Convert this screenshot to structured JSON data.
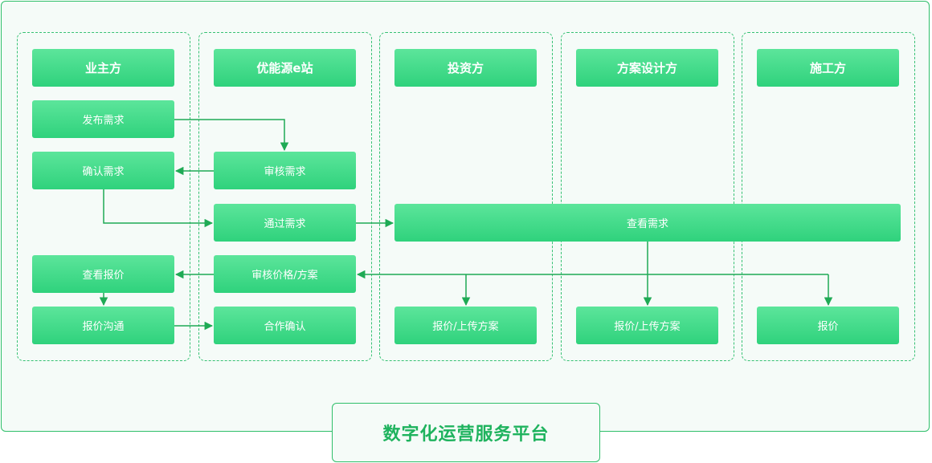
{
  "lanes": {
    "owner": {
      "title": "业主方",
      "steps": [
        "发布需求",
        "确认需求",
        "查看报价",
        "报价沟通"
      ]
    },
    "platform_site": {
      "title": "优能源e站",
      "steps": [
        "审核需求",
        "通过需求",
        "审核价格/方案",
        "合作确认"
      ]
    },
    "investor": {
      "title": "投资方",
      "steps": [
        "报价/上传方案"
      ]
    },
    "designer": {
      "title": "方案设计方",
      "steps": [
        "报价/上传方案"
      ]
    },
    "builder": {
      "title": "施工方",
      "steps": [
        "报价"
      ]
    }
  },
  "shared_step": "查看需求",
  "platform_label": "数字化运营服务平台",
  "colors": {
    "accent": "#2fd27c",
    "border": "#2fbf6a",
    "arrow": "#1faa55",
    "background": "#f5fbf8"
  }
}
